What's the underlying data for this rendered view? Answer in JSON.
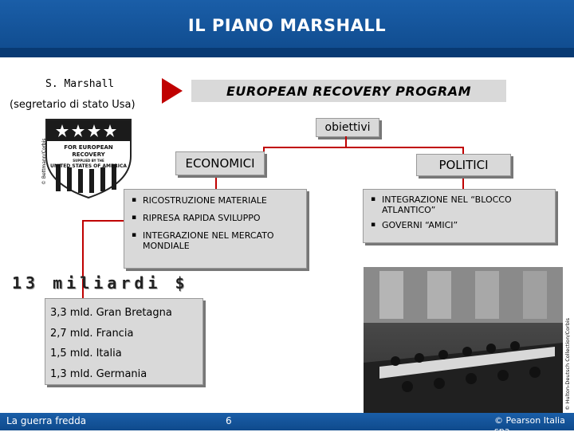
{
  "header": {
    "title": "IL PIANO MARSHALL"
  },
  "marshall": {
    "name": "S. Marshall",
    "role": "(segretario di stato Usa)"
  },
  "erp": {
    "title": "EUROPEAN RECOVERY PROGRAM"
  },
  "obiettivi": {
    "label": "obiettivi"
  },
  "economici": {
    "label": "ECONOMICI",
    "items": [
      "RICOSTRUZIONE MATERIALE",
      "RIPRESA RAPIDA SVILUPPO",
      "INTEGRAZIONE NEL MERCATO MONDIALE"
    ]
  },
  "politici": {
    "label": "POLITICI",
    "items": [
      "INTEGRAZIONE NEL “BLOCCO ATLANTICO”",
      "GOVERNI “AMICI”"
    ]
  },
  "aid": {
    "total": "13 miliardi $",
    "items": [
      "3,3 mld. Gran Bretagna",
      "2,7 mld. Francia",
      "1,5 mld. Italia",
      "1,3 mld. Germania"
    ]
  },
  "poster": {
    "line1": "FOR EUROPEAN RECOVERY",
    "line2": "SUPPLIED BY THE",
    "line3": "UNITED STATES OF AMERICA"
  },
  "credits": {
    "poster": "© Bettmann/Corbis",
    "photo": "© Hulton-Deutsch Collection/Corbis"
  },
  "footer": {
    "left": "La guerra fredda",
    "page": "6",
    "right": "© Pearson Italia spa"
  },
  "colors": {
    "header": "#1a5ea8",
    "accent": "#c00000",
    "box": "#d9d9d9"
  }
}
